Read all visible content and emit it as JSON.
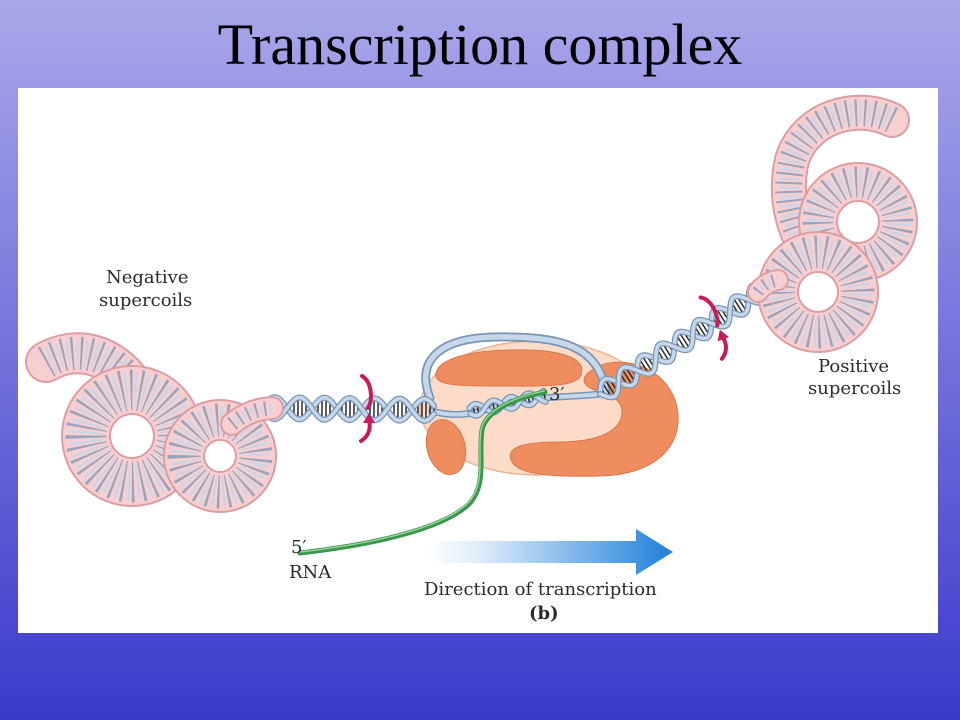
{
  "theme": {
    "background_top": "#aaa8ea",
    "background_bottom": "#3a3acb",
    "panel": "#ffffff",
    "title_color": "#000000"
  },
  "slide": {
    "title": "Transcription complex"
  },
  "diagram": {
    "negative_label": [
      "Negative",
      "supercoils"
    ],
    "positive_label": [
      "Positive",
      "supercoils"
    ],
    "rna_3_prime": "3′",
    "rna_5_prime": "5′",
    "rna_label": "RNA",
    "direction_label": "Direction of transcription",
    "panel_label": "(b)",
    "colors": {
      "supercoil": "#f8cfd0",
      "supercoil_edge": "#dc9ea2",
      "dna_strand": "#c6d7ea",
      "dna_edge": "#7895b6",
      "base_pair": "#2a2a2a",
      "polymerase": "#fcdcc9",
      "polymerase_subunit": "#ef8d5f",
      "rna": "#389848",
      "rotation_marker": "#c81a5c",
      "arrow_start": "#ffffff",
      "arrow_end": "#1f80d8"
    }
  }
}
